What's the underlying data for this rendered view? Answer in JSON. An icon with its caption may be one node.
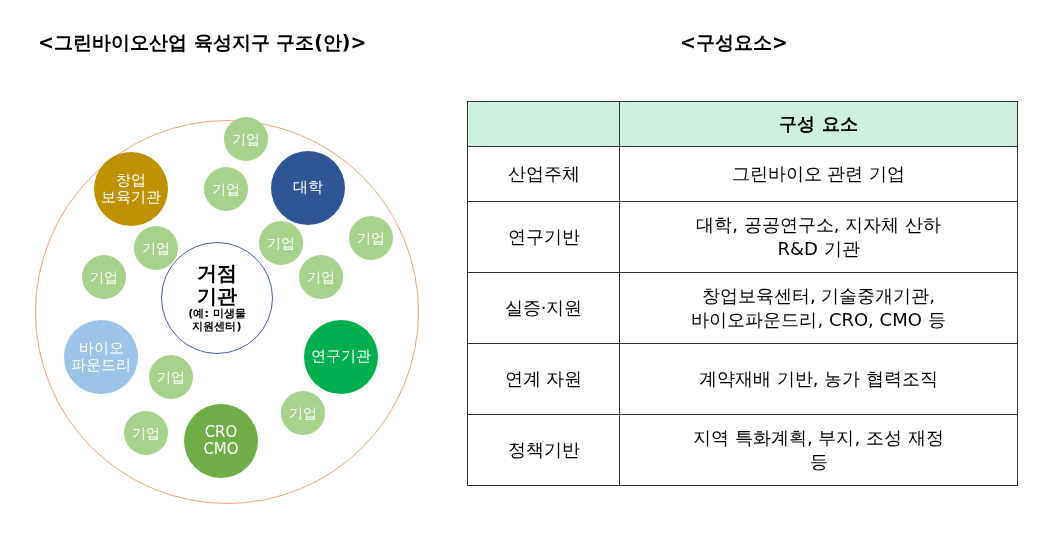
{
  "diagram": {
    "title": "<그린바이오산업 육성지구 구조(안)>",
    "nodes": [
      {
        "text": [],
        "shape": "circle"
      },
      {
        "text": [
          "기업"
        ],
        "in": 0
      },
      {
        "text": [
          "창업 보육기관"
        ],
        "in": 0
      },
      {
        "text": [
          "기업"
        ],
        "in": 0
      },
      {
        "text": [
          "대학"
        ],
        "in": 0
      },
      {
        "text": [
          "기업"
        ],
        "in": 0
      },
      {
        "text": [
          "기업"
        ],
        "in": 0
      },
      {
        "text": [
          "기업"
        ],
        "in": 0
      },
      {
        "text": [
          "기업"
        ],
        "in": 0
      },
      {
        "text": [
          "기업"
        ],
        "in": 0
      },
      {
        "text": [
          "거점 기관",
          "(예: 미생물 지원센터)"
        ],
        "in": 0
      },
      {
        "text": [
          "바이오 파운드리"
        ],
        "in": 0
      },
      {
        "text": [
          "연구기관"
        ],
        "in": 0
      },
      {
        "text": [
          "기업"
        ],
        "in": 0
      },
      {
        "text": [
          "기업"
        ],
        "in": 0
      },
      {
        "text": [
          "기업"
        ],
        "in": 0
      },
      {
        "text": [
          "CRO CMO"
        ],
        "in": 0
      }
    ],
    "edges": [],
    "labels": [
      "<구성요소>",
      "구성 요소",
      "산업주체",
      "그린바이오 관련 기업",
      "연구기반",
      "대학, 공공연구소, 지자체 산하 R&D 기관",
      "실증·지원",
      "창업보육센터, 기술중개기관, 바이오파운드리, CRO, CMO 등",
      "연계 자원",
      "계약재배 기반, 농가 협력조직",
      "정책기반",
      "지역 특화계획, 부지, 조성 재정 등"
    ]
  }
}
